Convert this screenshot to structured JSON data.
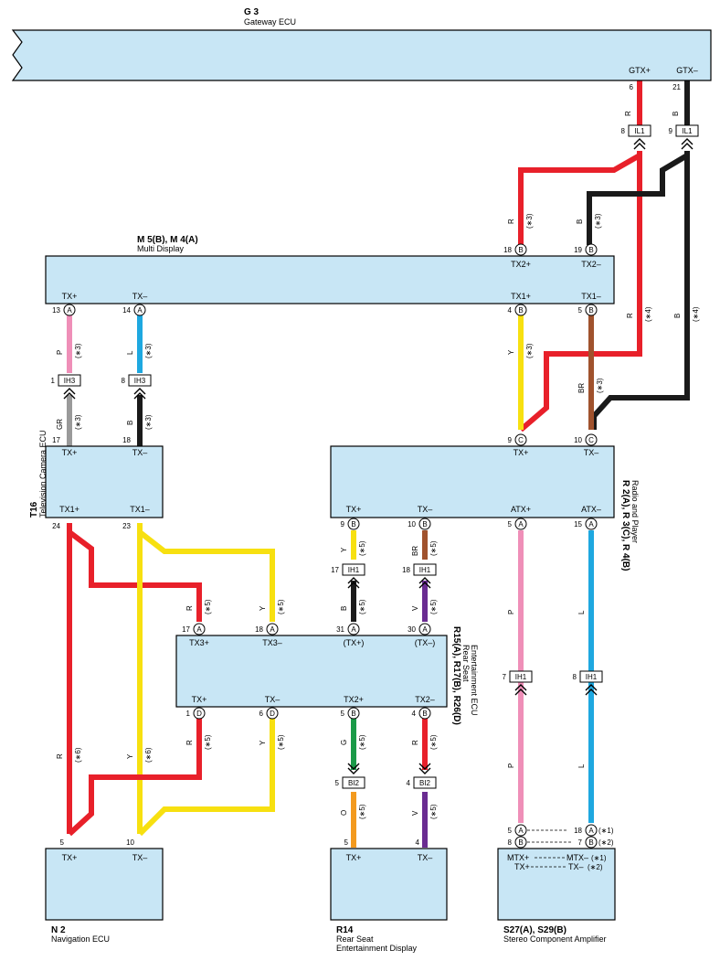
{
  "components": {
    "gateway": {
      "ref": "G 3",
      "name": "Gateway ECU",
      "pins": {
        "gtxp": "GTX+",
        "gtxm": "GTX–",
        "n6": "6",
        "n21": "21"
      }
    },
    "multi": {
      "ref": "M 5(B), M 4(A)",
      "name": "Multi Display",
      "pins": {
        "tx2p": "TX2+",
        "tx2m": "TX2–",
        "tx1p": "TX1+",
        "tx1m": "TX1–",
        "txp": "TX+",
        "txm": "TX–",
        "n18": "18",
        "n19": "19",
        "n13": "13",
        "n14": "14",
        "n4": "4",
        "n5": "5"
      }
    },
    "tv": {
      "ref": "T16",
      "name": "Television Camera ECU",
      "pins": {
        "txp": "TX+",
        "txm": "TX–",
        "tx1p": "TX1+",
        "tx1m": "TX1–",
        "n17": "17",
        "n18": "18",
        "n24": "24",
        "n23": "23"
      }
    },
    "radio": {
      "ref": "R 2(A), R 3(C), R 4(B)",
      "name": "Radio and Player",
      "pins": {
        "txp": "TX+",
        "txm": "TX–",
        "txp2": "TX+",
        "txm2": "TX–",
        "atxp": "ATX+",
        "atxm": "ATX–",
        "n9c": "9",
        "n10c": "10",
        "n9b": "9",
        "n10b": "10",
        "n5a": "5",
        "n15a": "15"
      }
    },
    "rse": {
      "ref": "R15(A), R17(B), R26(D)",
      "name1": "Rear Seat",
      "name2": "Entertainment ECU",
      "pins": {
        "tx3p": "TX3+",
        "tx3m": "TX3–",
        "ptxp": "(TX+)",
        "ptxm": "(TX–)",
        "txp": "TX+",
        "txm": "TX–",
        "tx2p": "TX2+",
        "tx2m": "TX2–",
        "n17": "17",
        "n18": "18",
        "n31": "31",
        "n30": "30",
        "n1": "1",
        "n6": "6",
        "n5": "5",
        "n4": "4"
      }
    },
    "nav": {
      "ref": "N 2",
      "name": "Navigation ECU",
      "pins": {
        "txp": "TX+",
        "txm": "TX–",
        "n5": "5",
        "n10": "10"
      }
    },
    "r14": {
      "ref": "R14",
      "name1": "Rear Seat",
      "name2": "Entertainment Display",
      "pins": {
        "txp": "TX+",
        "txm": "TX–",
        "n5": "5",
        "n4": "4"
      }
    },
    "amp": {
      "ref": "S27(A), S29(B)",
      "name": "Stereo Component Amplifier",
      "pins": {
        "line1a": "MTX+",
        "line1b": "MTX–",
        "line1c": "(∗1)",
        "line2a": "TX+",
        "line2b": "TX–",
        "line2c": "(∗2)",
        "n5": "5",
        "n8": "8",
        "n18": "18",
        "n7": "7",
        "s1": "(∗1)",
        "s2": "(∗2)"
      }
    }
  },
  "connectors": {
    "il1": "IL1",
    "ih3": "IH3",
    "ih1": "IH1",
    "bi2": "BI2",
    "il1_a": "8",
    "il1_b": "9",
    "ih3_a": "1",
    "ih3_b": "8",
    "ih1_a": "17",
    "ih1_b": "18",
    "ih1_c": "7",
    "ih1_d": "8",
    "bi2_a": "5",
    "bi2_b": "4"
  },
  "connector_letters": {
    "a": "A",
    "b": "B",
    "c": "C",
    "d": "D"
  },
  "wire_codes": {
    "r": "R",
    "b": "B",
    "p": "P",
    "l": "L",
    "y": "Y",
    "br": "BR",
    "gr": "GR",
    "v": "V",
    "g": "G",
    "o": "O"
  },
  "notes": {
    "n3": "(∗3)",
    "n4": "(∗4)",
    "n5": "(∗5)",
    "n6": "(∗6)"
  },
  "colors": {
    "box_fill": "#c8e6f5",
    "red": "#e8202a",
    "black": "#1a1a1a",
    "pink": "#ef8fb8",
    "blue": "#1ea8e0",
    "yellow": "#f7e010",
    "brown": "#a0522d",
    "gray": "#9a9a9a",
    "violet": "#6a2c91",
    "green": "#1a9a48",
    "orange": "#f39a1e"
  }
}
